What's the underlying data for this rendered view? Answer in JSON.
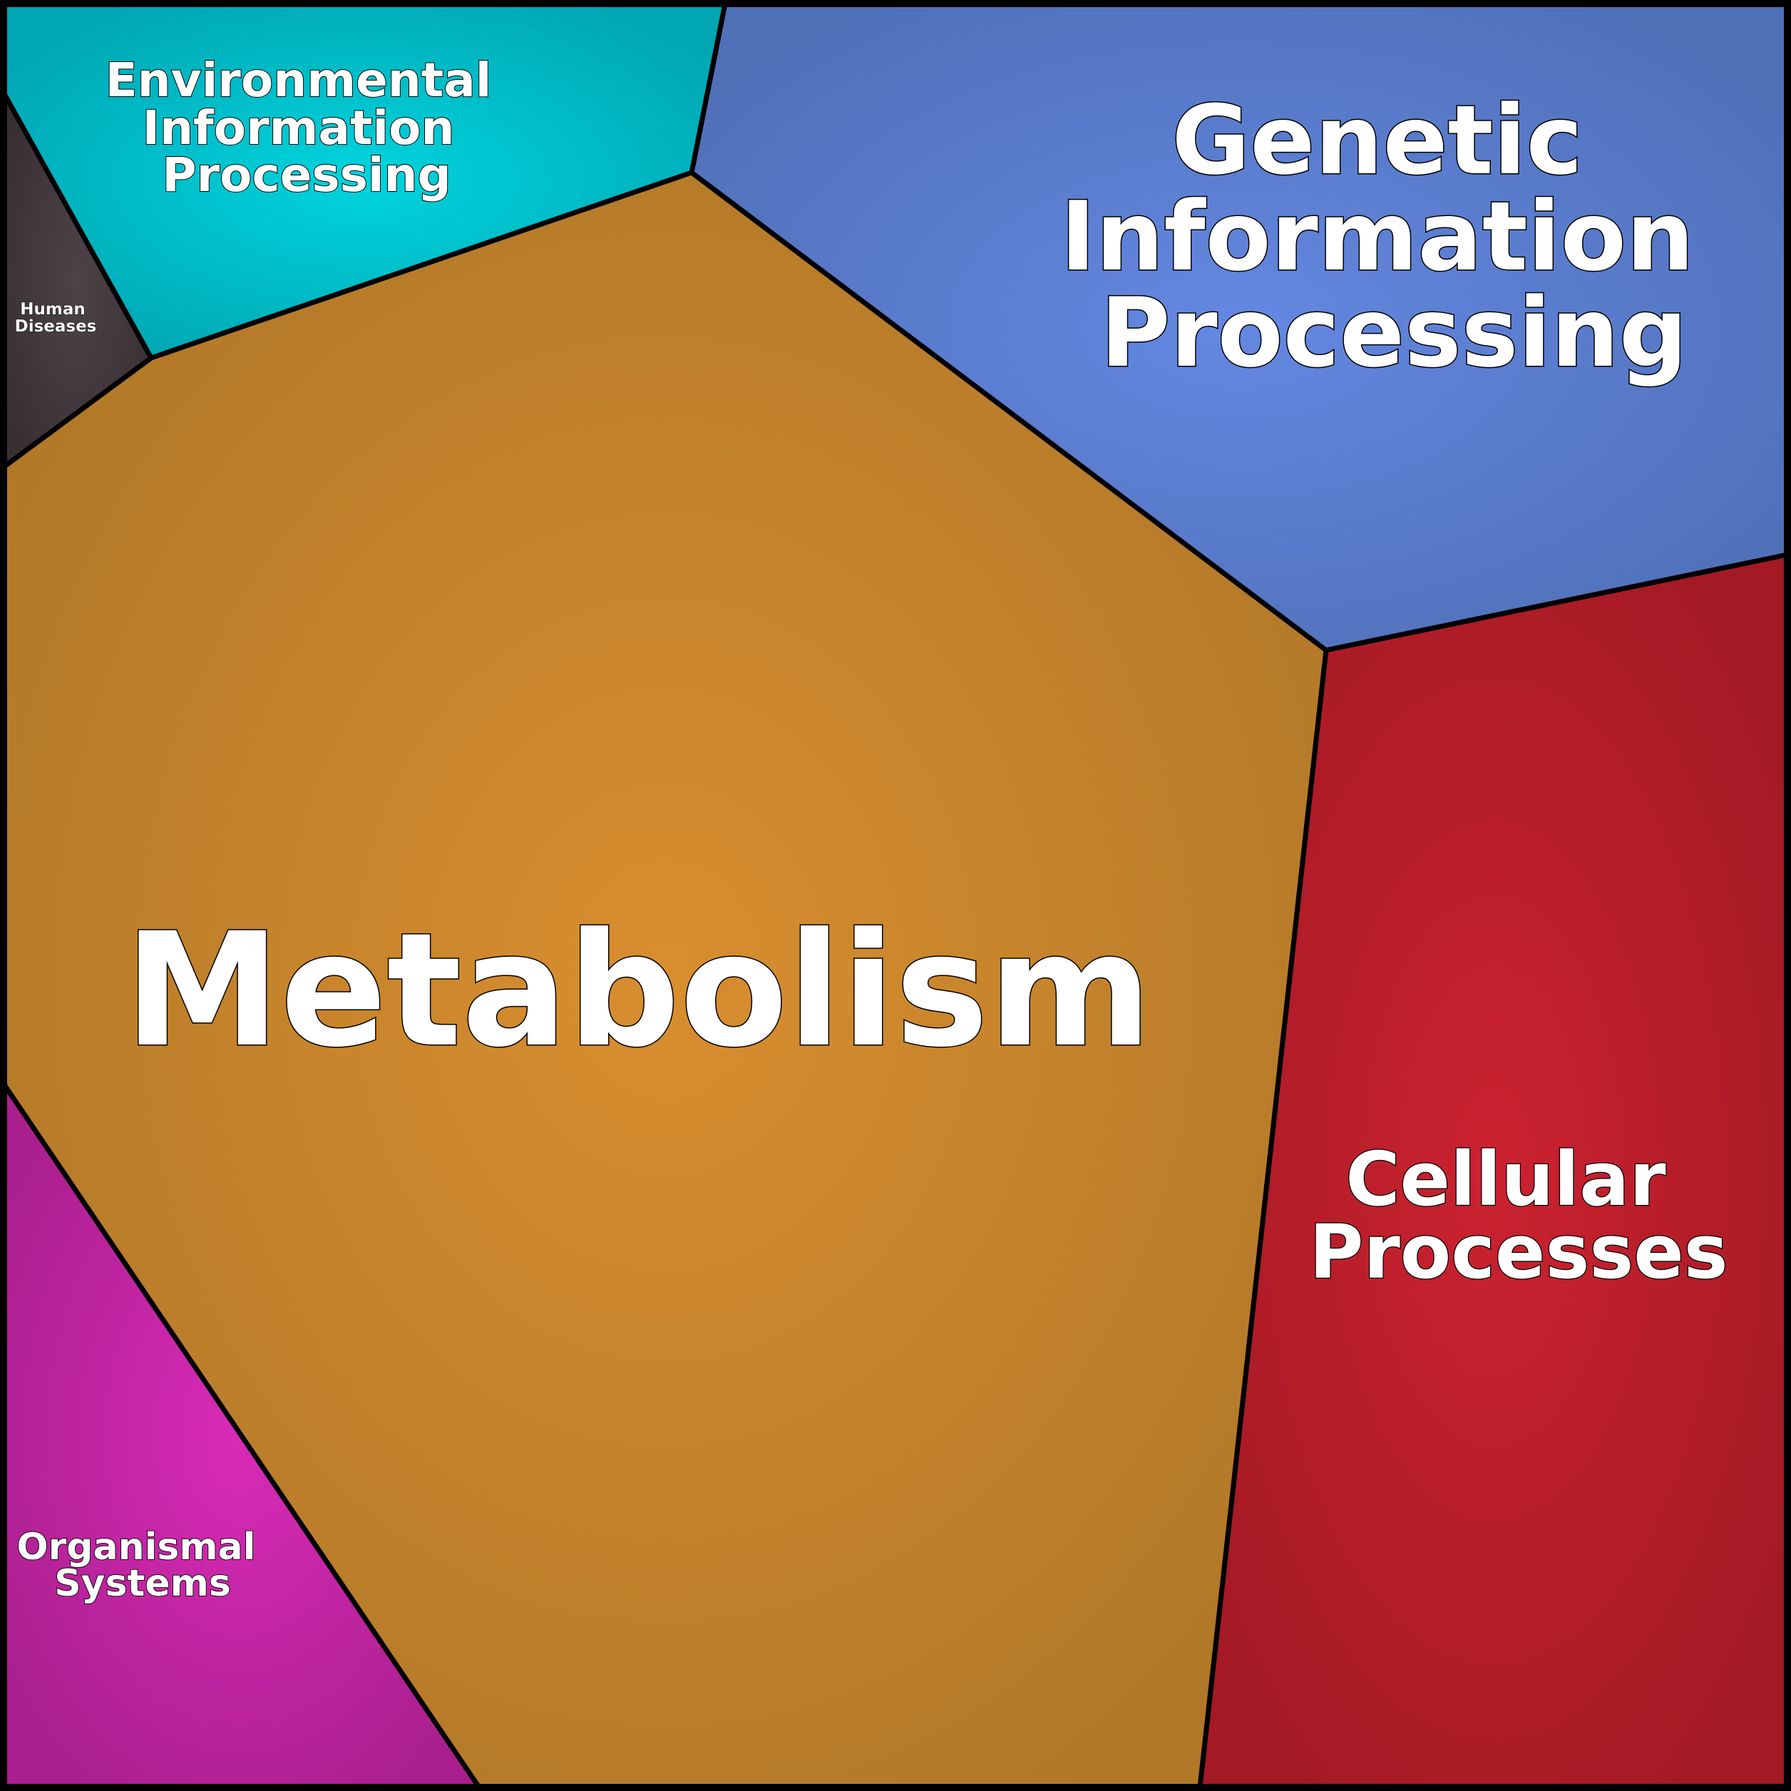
{
  "regions": [
    {
      "name": "metabolism",
      "label_lines": [
        "Metabolism"
      ],
      "color_center": "#d98e2f",
      "color_edge": "#b07828"
    },
    {
      "name": "genetic-information-processing",
      "label_lines": [
        "Genetic",
        "Information",
        "Processing"
      ],
      "color_center": "#6488e2",
      "color_edge": "#5070b8"
    },
    {
      "name": "cellular-processes",
      "label_lines": [
        "Cellular",
        "Processes"
      ],
      "color_center": "#cc2230",
      "color_edge": "#a31a24"
    },
    {
      "name": "environmental-information-processing",
      "label_lines": [
        "Environmental",
        "Information",
        "Processing"
      ],
      "color_center": "#00d4de",
      "color_edge": "#00a6b2"
    },
    {
      "name": "organismal-systems",
      "label_lines": [
        "Organismal",
        "Systems"
      ],
      "color_center": "#d92bb8",
      "color_edge": "#aa1f8e"
    },
    {
      "name": "human-diseases",
      "label_lines": [
        "Human",
        "Diseases"
      ],
      "color_center": "#4d4247",
      "color_edge": "#382f34"
    }
  ]
}
